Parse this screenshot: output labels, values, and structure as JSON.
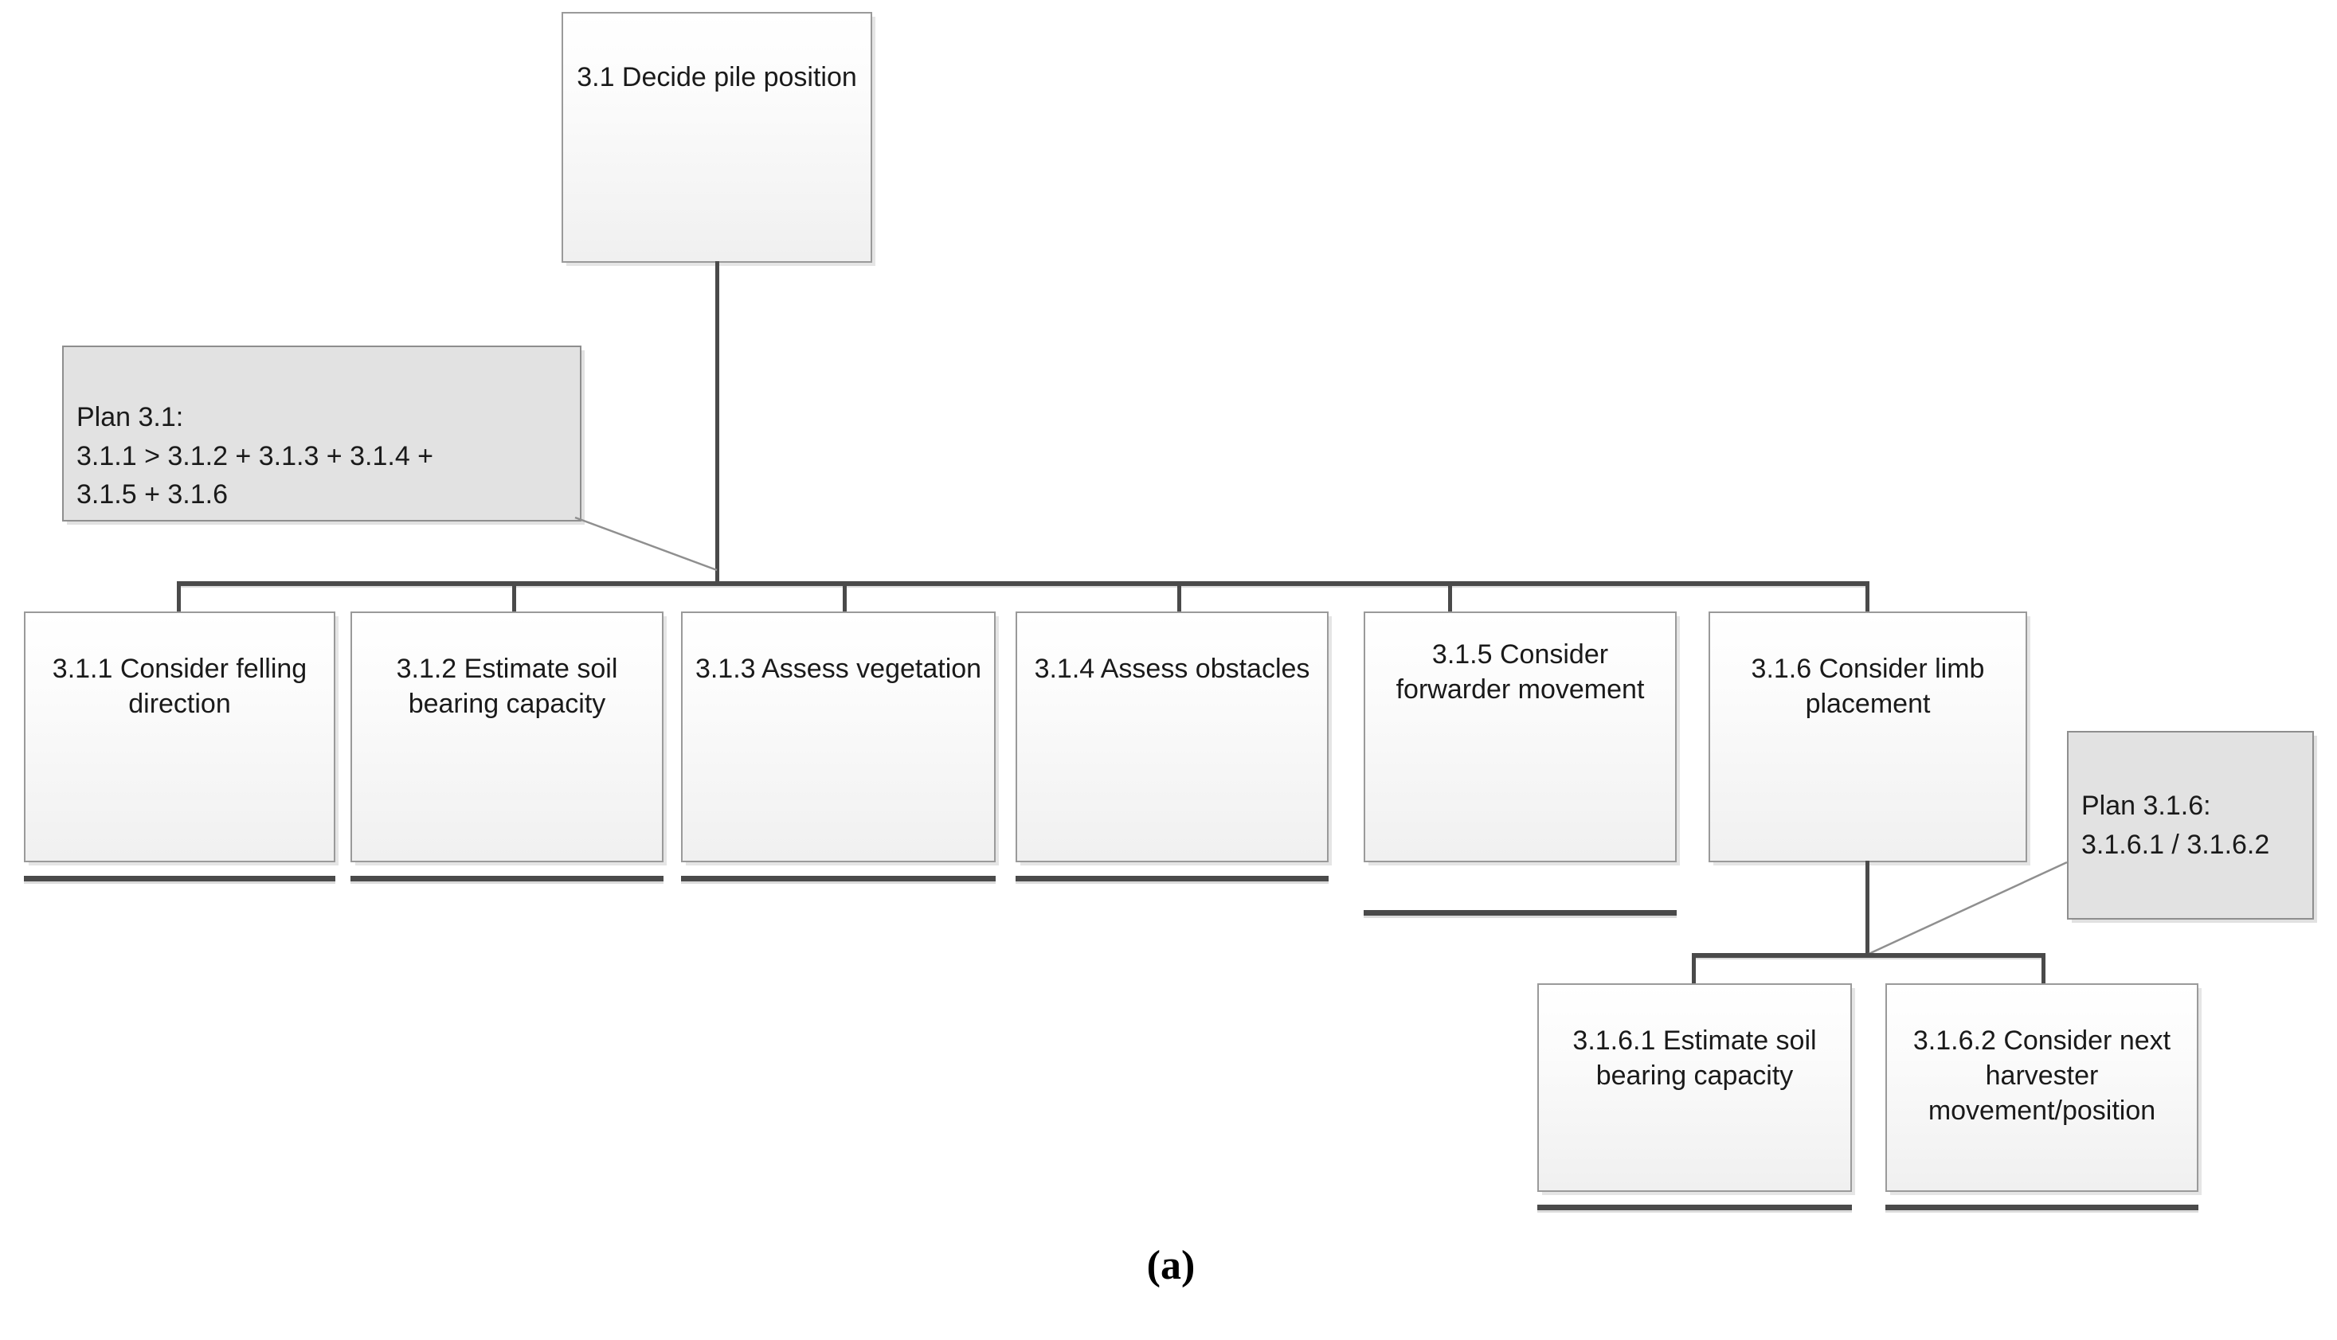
{
  "diagram": {
    "type": "hierarchical-task-analysis",
    "caption": "(a)",
    "root": {
      "id": "3.1",
      "label": "3.1 Decide pile position"
    },
    "plans": [
      {
        "id": "plan-3.1",
        "title": "Plan 3.1:",
        "body": "3.1.1 > 3.1.2 + 3.1.3 + 3.1.4 +\n3.1.5 + 3.1.6",
        "text": "Plan 3.1:\n3.1.1 > 3.1.2 + 3.1.3 + 3.1.4 +\n3.1.5 + 3.1.6"
      },
      {
        "id": "plan-3.1.6",
        "title": "Plan 3.1.6:",
        "body": "3.1.6.1 / 3.1.6.2",
        "text": "Plan 3.1.6:\n3.1.6.1 / 3.1.6.2"
      }
    ],
    "level2": [
      {
        "id": "3.1.1",
        "label": "3.1.1 Consider felling direction",
        "terminal": true
      },
      {
        "id": "3.1.2",
        "label": "3.1.2 Estimate soil bearing capacity",
        "terminal": true
      },
      {
        "id": "3.1.3",
        "label": "3.1.3 Assess vegetation",
        "terminal": true
      },
      {
        "id": "3.1.4",
        "label": "3.1.4 Assess obstacles",
        "terminal": true
      },
      {
        "id": "3.1.5",
        "label": "3.1.5 Consider forwarder movement",
        "terminal": true
      },
      {
        "id": "3.1.6",
        "label": "3.1.6 Consider limb placement",
        "terminal": false
      }
    ],
    "level3": [
      {
        "id": "3.1.6.1",
        "label": "3.1.6.1 Estimate soil bearing capacity",
        "terminal": true
      },
      {
        "id": "3.1.6.2",
        "label": "3.1.6.2 Consider next harvester movement/position",
        "terminal": true
      }
    ],
    "colors": {
      "box_border": "#9a9a9a",
      "box_fill": "#f2f2f2",
      "plan_fill": "#e2e2e2",
      "connector": "#4a4a4a",
      "leader": "#8f8f8f",
      "text": "#1a1a1a",
      "background": "#ffffff"
    }
  }
}
